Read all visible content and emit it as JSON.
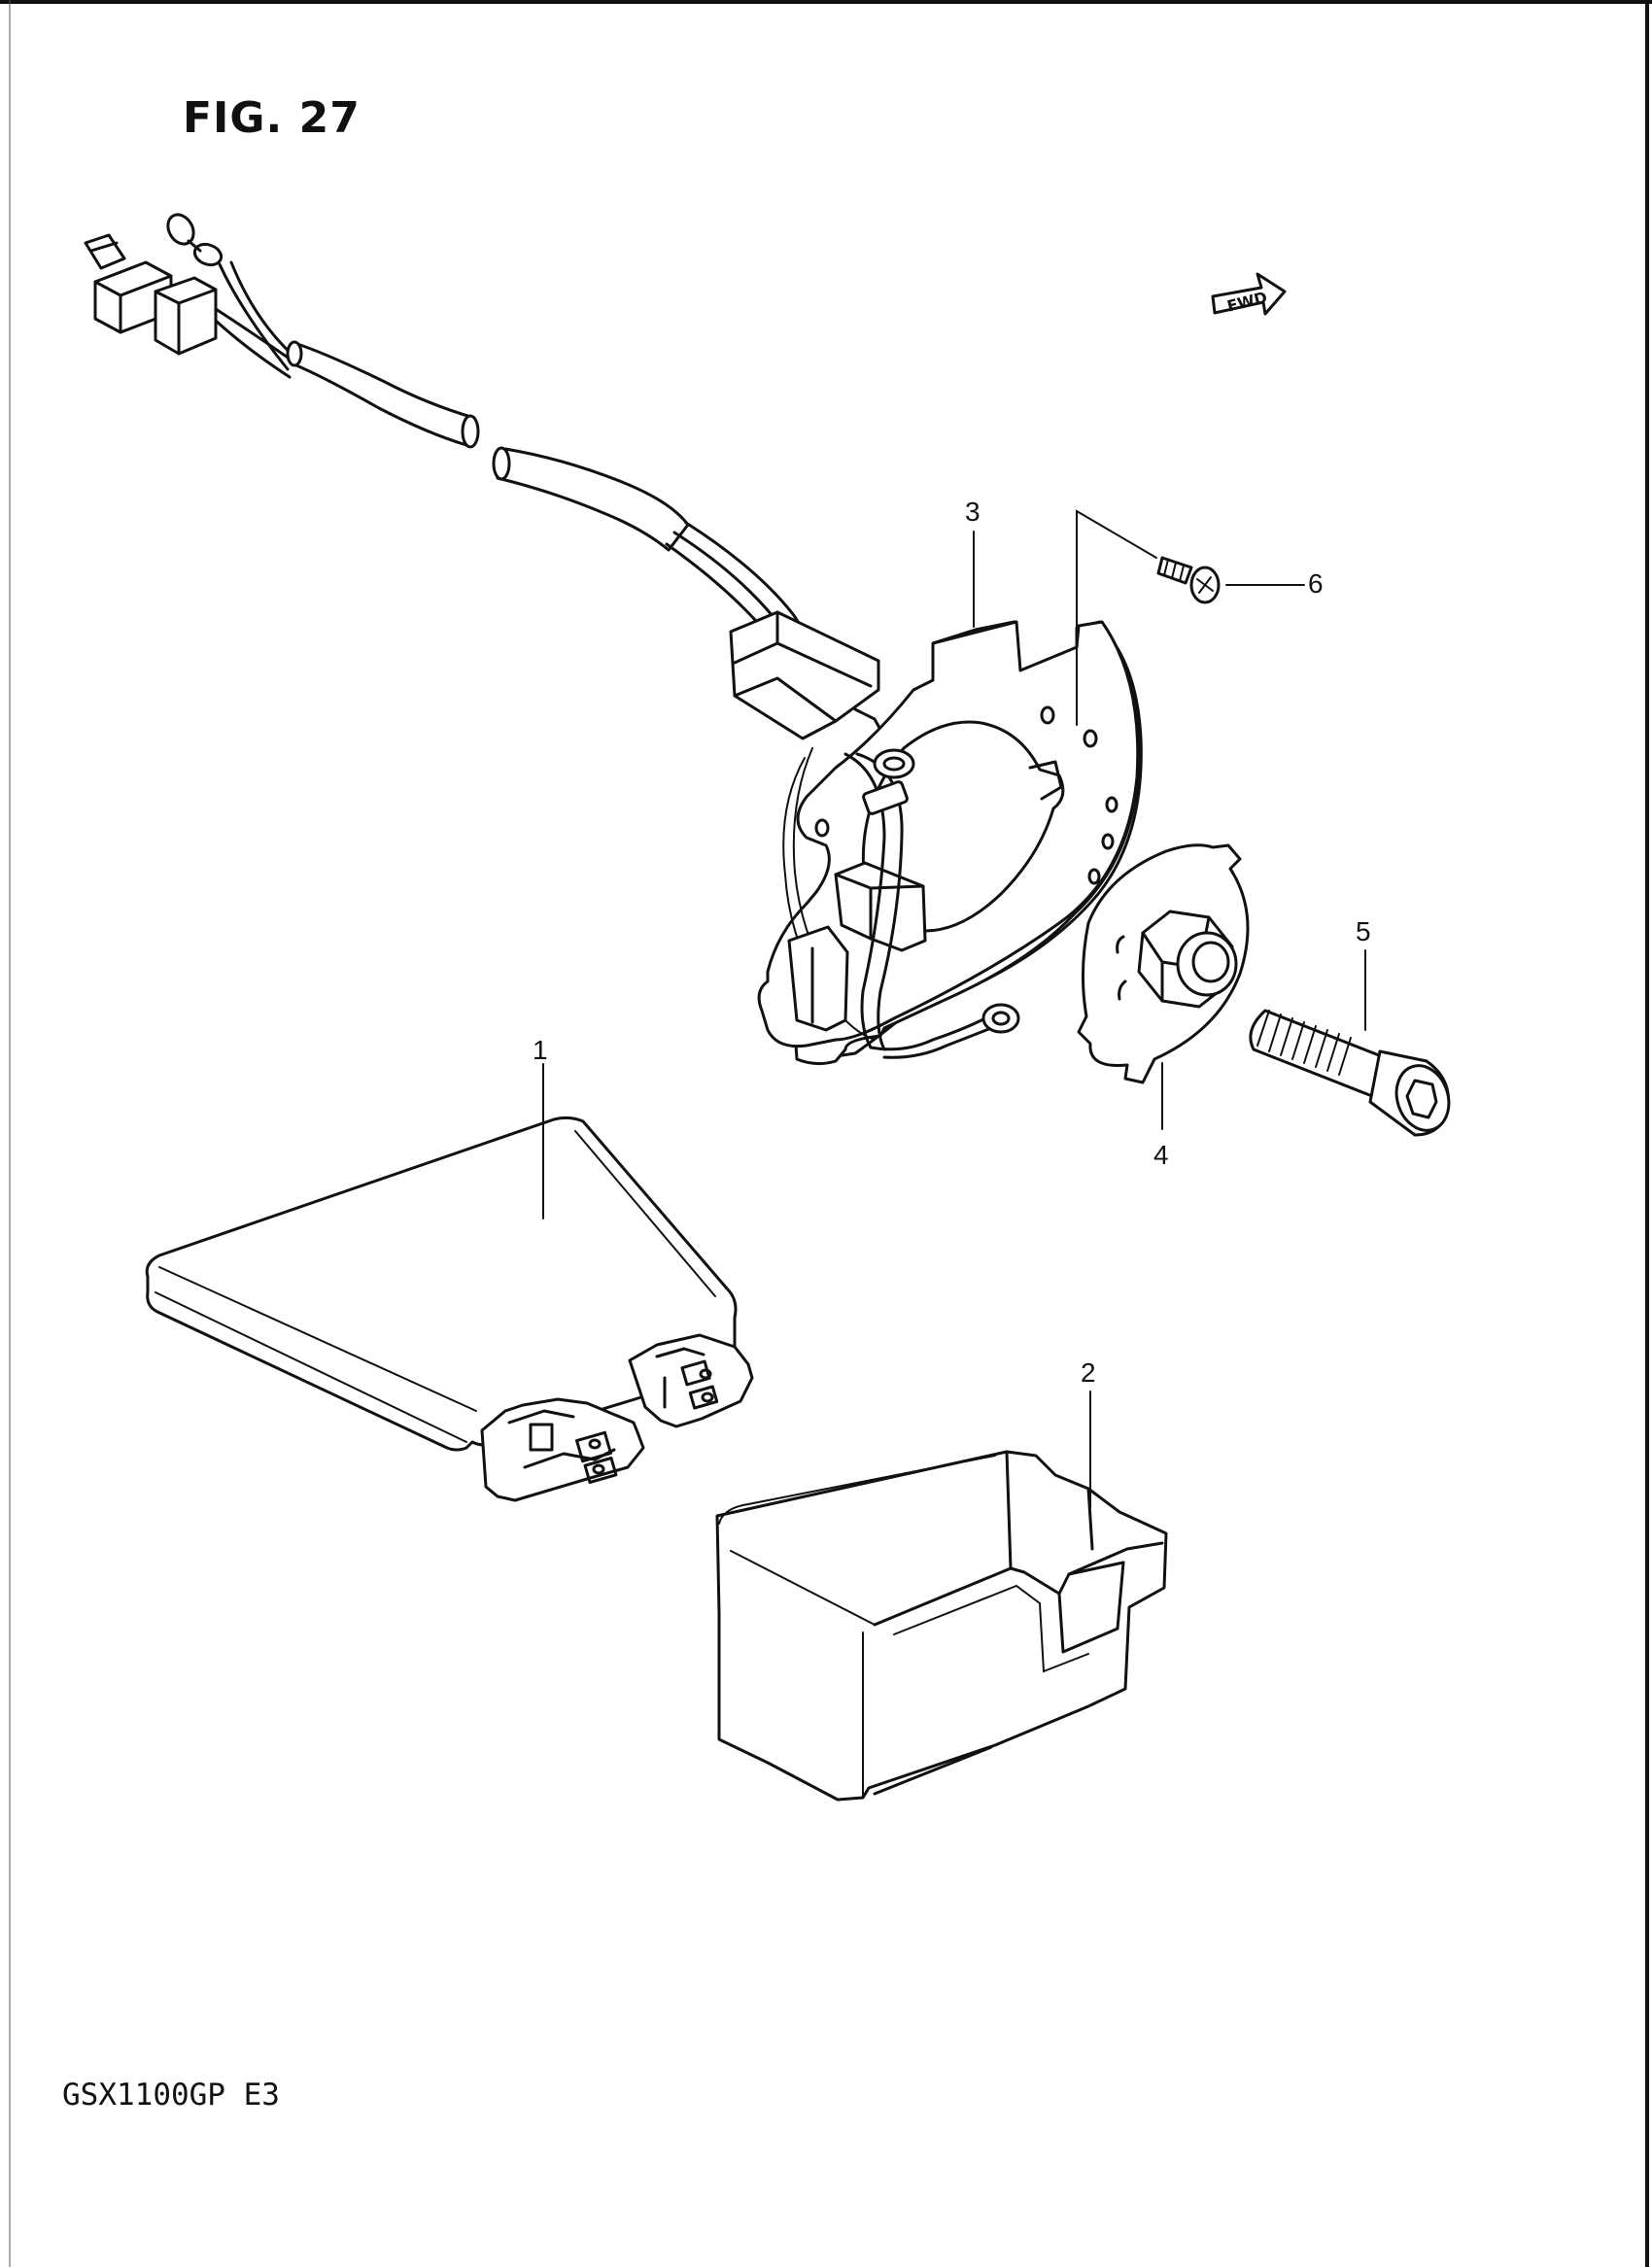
{
  "figure": {
    "title": "FIG. 27",
    "model_code": "GSX1100GP  E3"
  },
  "direction_badge": {
    "label": "FWD"
  },
  "parts": [
    {
      "ref": "1",
      "part": "igniter-unit"
    },
    {
      "ref": "2",
      "part": "igniter-cover"
    },
    {
      "ref": "3",
      "part": "signal-generator-plate-with-harness"
    },
    {
      "ref": "4",
      "part": "rotor"
    },
    {
      "ref": "5",
      "part": "bolt"
    },
    {
      "ref": "6",
      "part": "screw"
    }
  ]
}
